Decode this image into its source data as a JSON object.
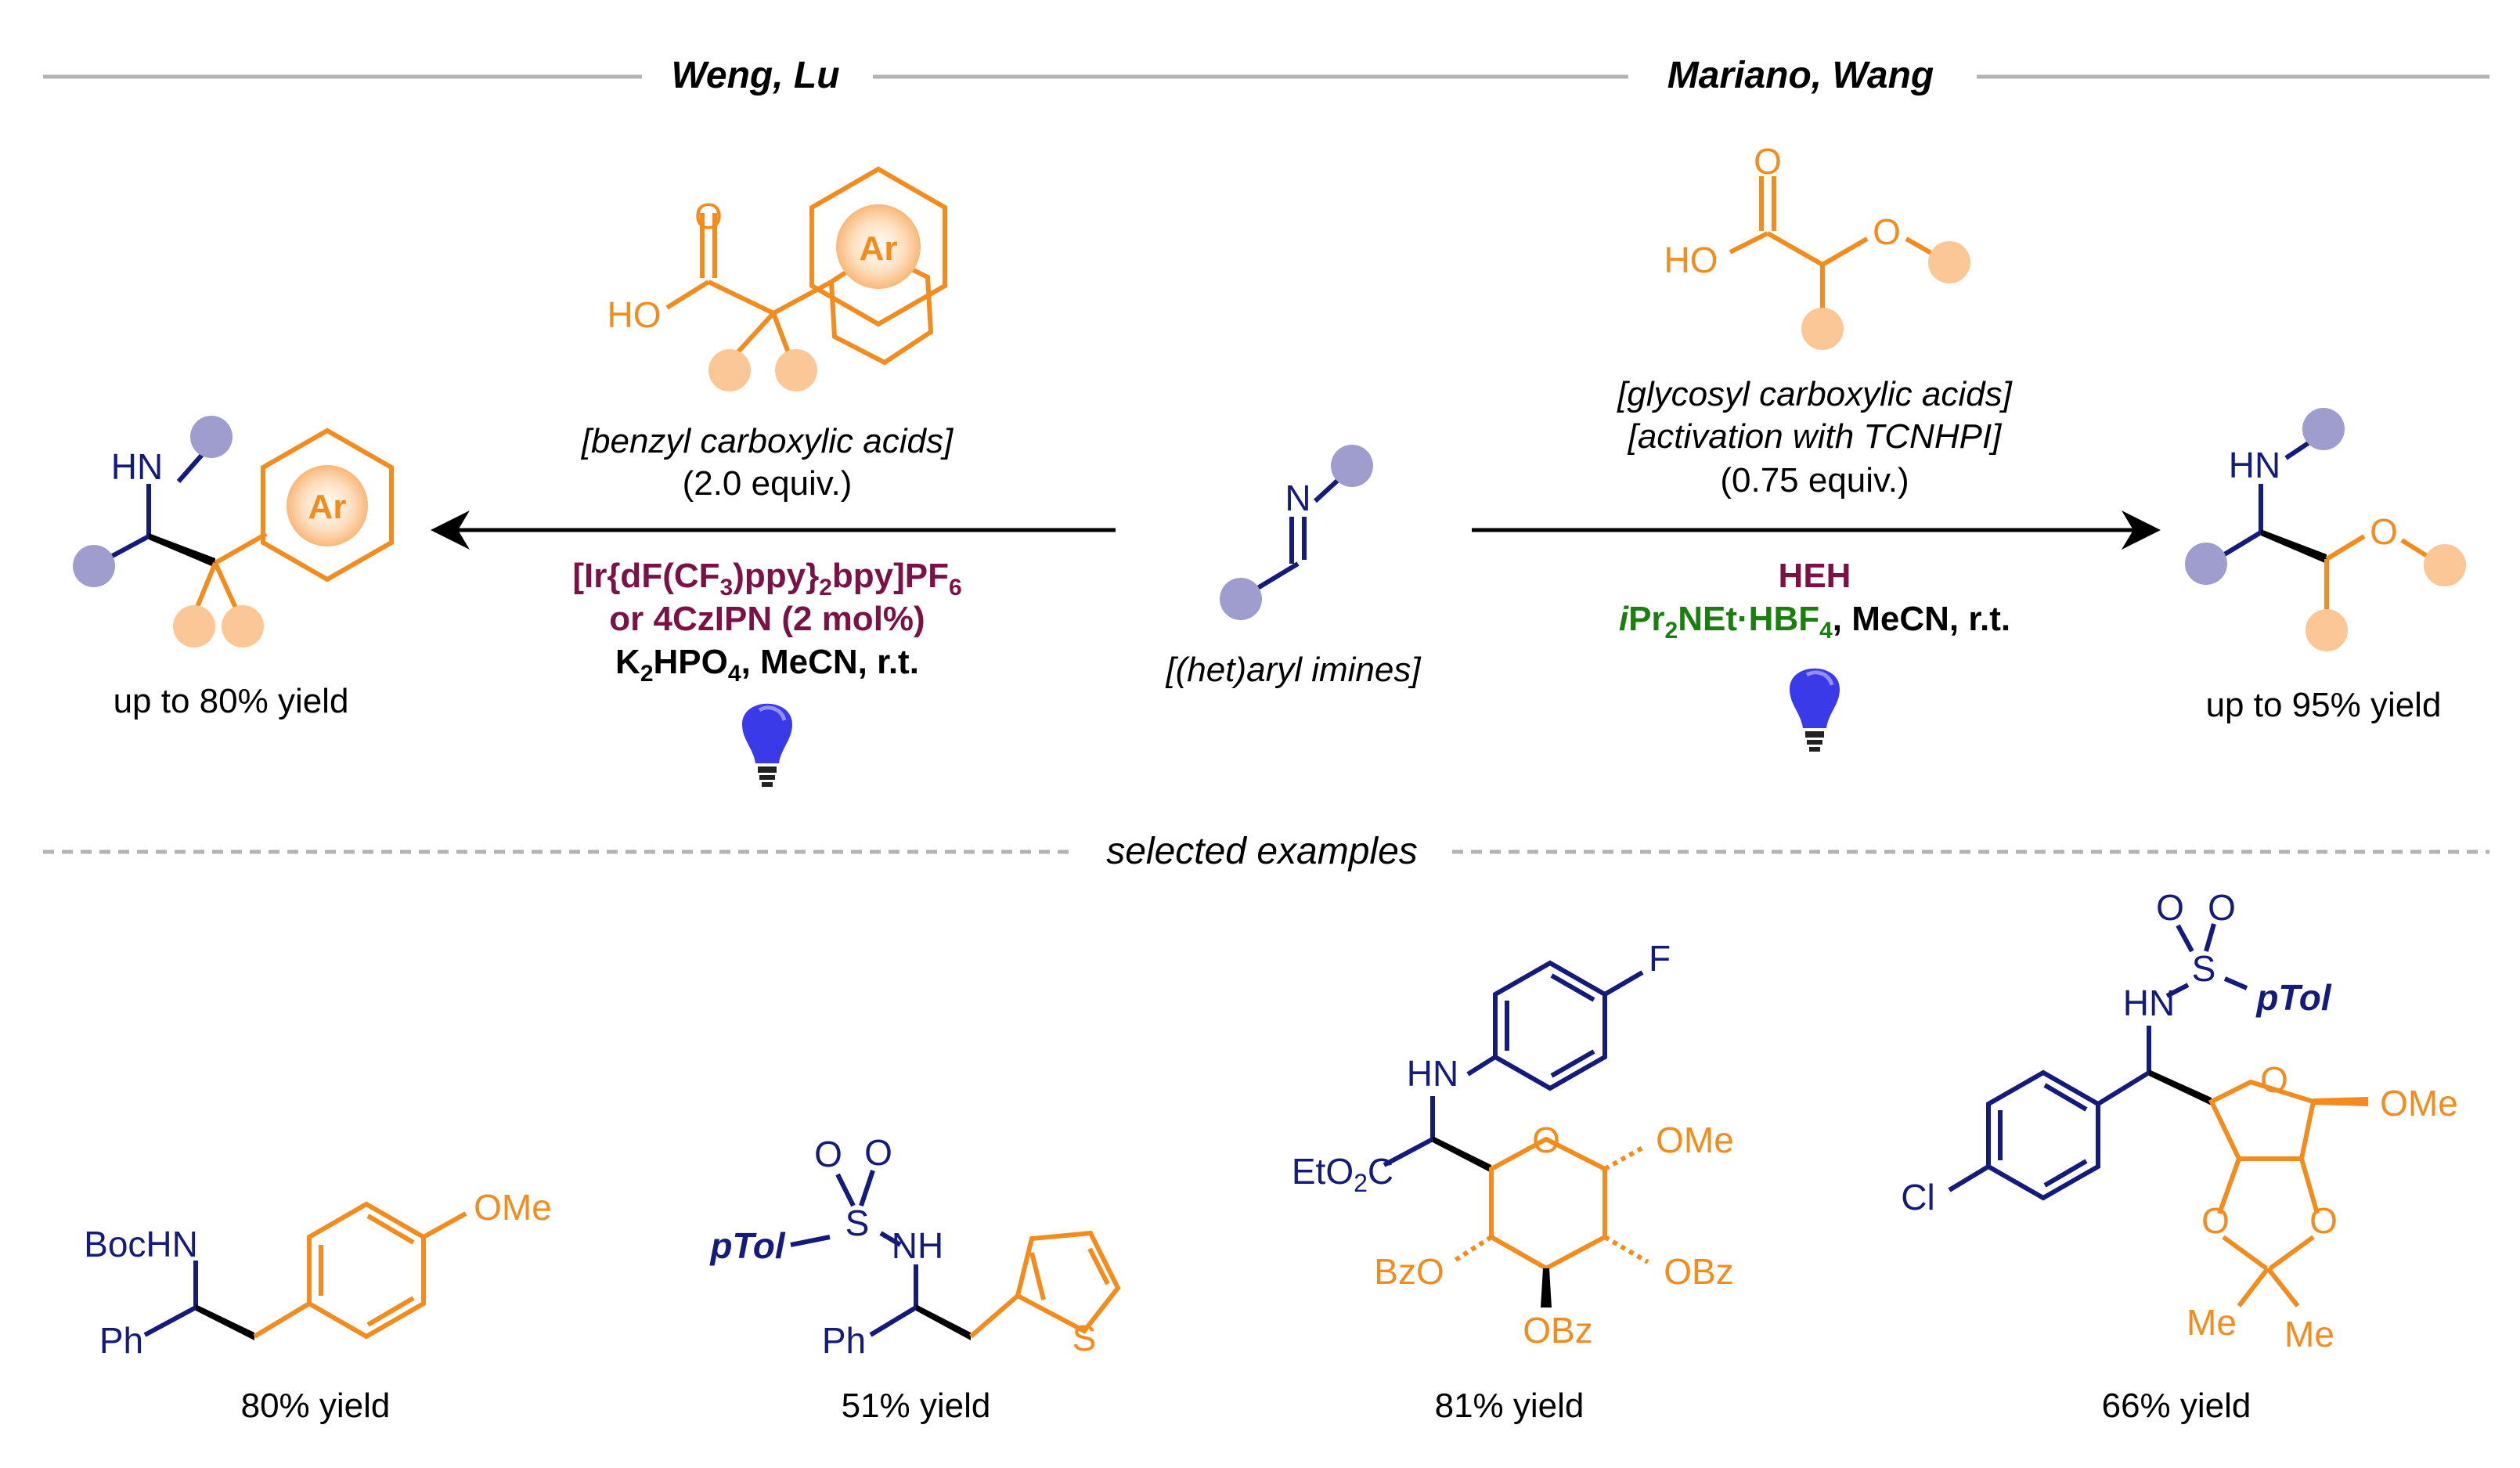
{
  "headers": {
    "left": "Weng, Lu",
    "right": "Mariano, Wang",
    "examples": "selected examples"
  },
  "colors": {
    "navy": "#141b7a",
    "orange": "#f28c1e",
    "peach": "#fbc796",
    "lavender": "#9f9dce",
    "maroon": "#7a1246",
    "green": "#1a7f0f",
    "rule": "#b3b3b3",
    "bulb": "#3a3ae8"
  },
  "left_reaction": {
    "reagent_class": "[benzyl carboxylic acids]",
    "equiv": "(2.0 equiv.)",
    "catalyst_line1_a": "[Ir{dF(CF",
    "catalyst_line1_sub1": "3",
    "catalyst_line1_b": ")ppy}",
    "catalyst_line1_sub2": "2",
    "catalyst_line1_c": "bpy]PF",
    "catalyst_line1_sub3": "6",
    "catalyst_line2": "or 4CzIPN (2 mol%)",
    "base_a": "K",
    "base_sub1": "2",
    "base_b": "HPO",
    "base_sub2": "4",
    "base_c": ", MeCN, r.t.",
    "yield": "up to 80% yield",
    "acid_label": "HO",
    "o_label": "O",
    "ar_label": "Ar",
    "product_nh": "HN"
  },
  "center": {
    "imine_label": "[(het)aryl imines]",
    "n_label": "N"
  },
  "right_reaction": {
    "reagent_class": "[glycosyl carboxylic acids]",
    "activation": "[activation with TCNHPI]",
    "equiv": "(0.75 equiv.)",
    "reagent1": "HEH",
    "reagent2_i": "i",
    "reagent2_a": "Pr",
    "reagent2_sub1": "2",
    "reagent2_b": "NEt·HBF",
    "reagent2_sub2": "4",
    "reagent2_c": ", MeCN, r.t.",
    "yield": "up to 95% yield",
    "acid_label": "HO",
    "o_label": "O",
    "ether_o": "O",
    "product_nh": "HN",
    "product_o": "O"
  },
  "examples": [
    {
      "yield": "80% yield",
      "labels": {
        "boc": "BocHN",
        "ph": "Ph",
        "ome": "OMe"
      }
    },
    {
      "yield": "51% yield",
      "labels": {
        "o1": "O",
        "o2": "O",
        "s": "S",
        "ptol": "pTol",
        "nh": "NH",
        "ph": "Ph",
        "thio_s": "S"
      }
    },
    {
      "yield": "81% yield",
      "labels": {
        "f": "F",
        "hn": "HN",
        "ester_a": "EtO",
        "ester_sub": "2",
        "ester_b": "C",
        "ring_o": "O",
        "ome": "OMe",
        "bzo": "BzO",
        "obz1": "OBz",
        "obz2": "OBz"
      }
    },
    {
      "yield": "66% yield",
      "labels": {
        "o1": "O",
        "o2": "O",
        "s": "S",
        "ptol": "pTol",
        "hn": "HN",
        "cl": "Cl",
        "ring_o": "O",
        "ome": "OMe",
        "o3": "O",
        "o4": "O",
        "me1": "Me",
        "me2": "Me"
      }
    }
  ]
}
